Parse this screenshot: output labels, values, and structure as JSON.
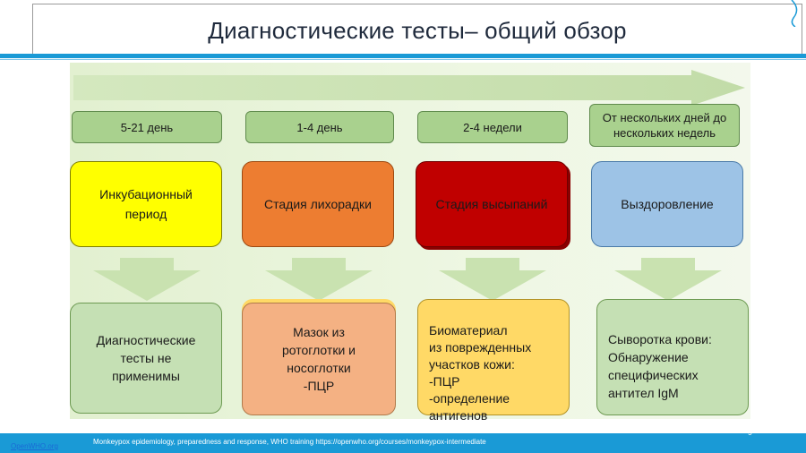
{
  "slide": {
    "title": "Диагностические тесты– общий обзор",
    "footer_link": "OpenWHO.org",
    "footer_reference": "Monkeypox epidemiology, preparedness and response, WHO training https://openwho.org/courses/monkeypox-intermediate",
    "page_number": "9"
  },
  "stages": [
    {
      "timing": "5-21 день",
      "name": "Инкубационный\nпериод",
      "color": "#ffff00"
    },
    {
      "timing": "1-4 день",
      "name": "Стадия лихорадки",
      "color": "#ed7d31"
    },
    {
      "timing": "2-4 недели",
      "name": "Стадия высыпаний",
      "color": "#c00000"
    },
    {
      "timing": "От нескольких дней до\nнескольких недель",
      "name": "Выздоровление",
      "color": "#9dc3e6"
    }
  ],
  "tests": [
    {
      "text": "Диагностические\nтесты не\nприменимы",
      "color": "#c5e0b4"
    },
    {
      "text": "Мазок из\nротоглотки и\nносоглотки\n-ПЦР",
      "color": "#f4b183"
    },
    {
      "text": "Биоматериал\nиз    поврежденных\nучастков кожи:\n-ПЦР\n-определение\nантигенов",
      "color": "#ffd966"
    },
    {
      "text": "Сыворотка крови:\nОбнаружение\nспецифических\nантител IgM",
      "color": "#c5e0b4"
    }
  ]
}
